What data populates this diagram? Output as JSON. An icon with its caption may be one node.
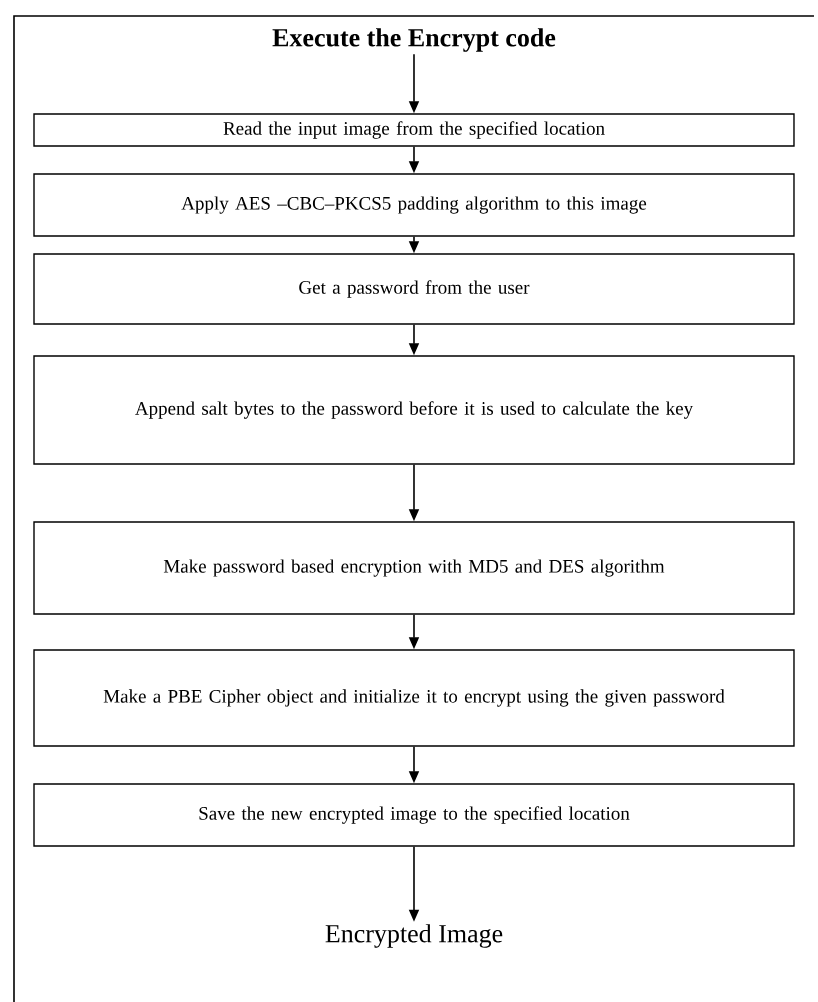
{
  "diagram": {
    "nodes": [
      {
        "text": [
          "Execute the Encrypt code"
        ]
      },
      {
        "text": [
          "Read the input image from the specified location"
        ]
      },
      {
        "text": [
          "Apply AES –CBC–PKCS5 padding algorithm to this image"
        ]
      },
      {
        "text": [
          "Get a password from the user"
        ]
      },
      {
        "text": [
          "Append salt bytes to the password before it is used to calculate the key"
        ]
      },
      {
        "text": [
          "Make password based encryption with MD5 and DES algorithm"
        ]
      },
      {
        "text": [
          "Make a PBE Cipher object and initialize it to encrypt using the given password"
        ]
      },
      {
        "text": [
          "Save the new encrypted image to the specified location"
        ]
      },
      {
        "text": [
          "Encrypted Image"
        ]
      }
    ],
    "edges": [
      {
        "from": 0,
        "to": 1,
        "arrow": "to"
      },
      {
        "from": 1,
        "to": 2,
        "arrow": "to"
      },
      {
        "from": 2,
        "to": 3,
        "arrow": "to"
      },
      {
        "from": 3,
        "to": 4,
        "arrow": "to"
      },
      {
        "from": 4,
        "to": 5,
        "arrow": "to"
      },
      {
        "from": 5,
        "to": 6,
        "arrow": "to"
      },
      {
        "from": 6,
        "to": 7,
        "arrow": "to"
      },
      {
        "from": 7,
        "to": 8,
        "arrow": "to"
      }
    ]
  }
}
